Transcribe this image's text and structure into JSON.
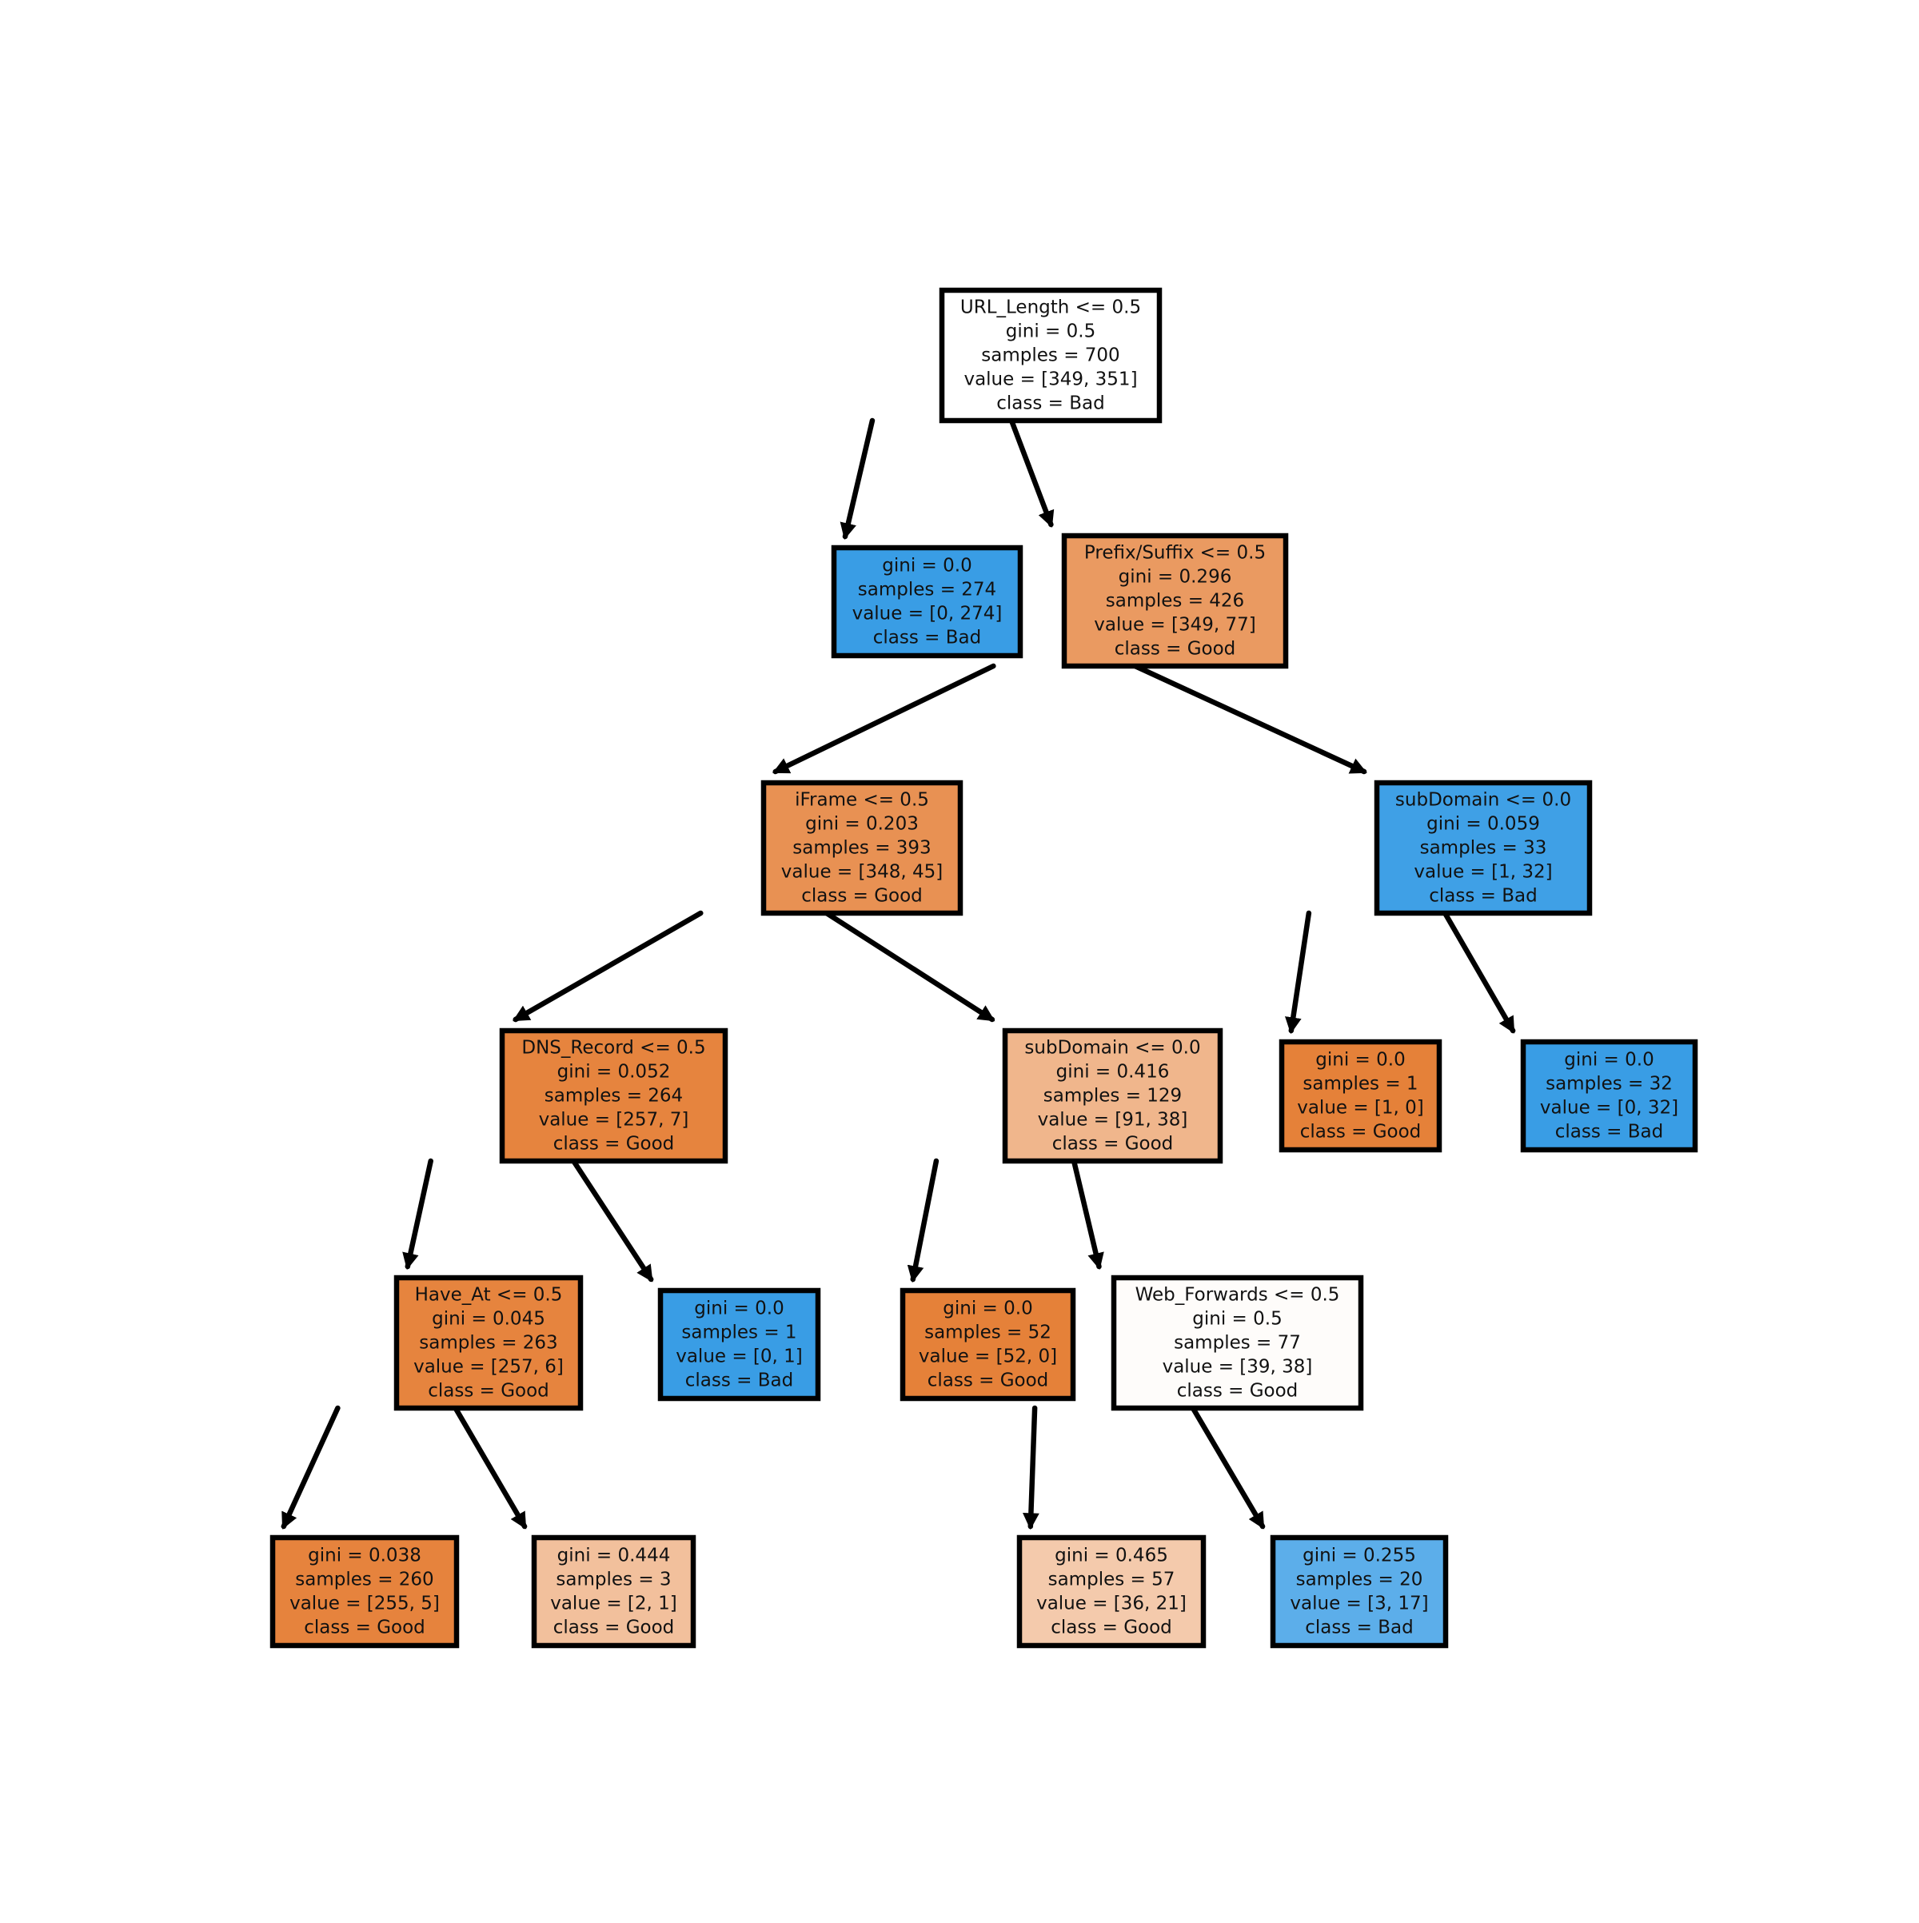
{
  "diagram": {
    "nodes": [
      {
        "id": "n0",
        "lines": [
          "URL_Length <= 0.5",
          "gini = 0.5",
          "samples = 700",
          "value = [349, 351]",
          "class = Bad"
        ],
        "fill": "#ffffff"
      },
      {
        "id": "n1",
        "lines": [
          "gini = 0.0",
          "samples = 274",
          "value = [0, 274]",
          "class = Bad"
        ],
        "fill": "#399de5"
      },
      {
        "id": "n2",
        "lines": [
          "Prefix/Suffix <= 0.5",
          "gini = 0.296",
          "samples = 426",
          "value = [349, 77]",
          "class = Good"
        ],
        "fill": "#ea9a61"
      },
      {
        "id": "n3",
        "lines": [
          "iFrame <= 0.5",
          "gini = 0.203",
          "samples = 393",
          "value = [348, 45]",
          "class = Good"
        ],
        "fill": "#e89153"
      },
      {
        "id": "n4",
        "lines": [
          "subDomain <= 0.0",
          "gini = 0.059",
          "samples = 33",
          "value = [1, 32]",
          "class = Bad"
        ],
        "fill": "#3fa0e6"
      },
      {
        "id": "n5",
        "lines": [
          "DNS_Record <= 0.5",
          "gini = 0.052",
          "samples = 264",
          "value = [257, 7]",
          "class = Good"
        ],
        "fill": "#e6843e"
      },
      {
        "id": "n6",
        "lines": [
          "subDomain <= 0.0",
          "gini = 0.416",
          "samples = 129",
          "value = [91, 38]",
          "class = Good"
        ],
        "fill": "#f0b68c"
      },
      {
        "id": "n7",
        "lines": [
          "gini = 0.0",
          "samples = 1",
          "value = [1, 0]",
          "class = Good"
        ],
        "fill": "#e58139"
      },
      {
        "id": "n8",
        "lines": [
          "gini = 0.0",
          "samples = 32",
          "value = [0, 32]",
          "class = Bad"
        ],
        "fill": "#399de5"
      },
      {
        "id": "n9",
        "lines": [
          "Have_At <= 0.5",
          "gini = 0.045",
          "samples = 263",
          "value = [257, 6]",
          "class = Good"
        ],
        "fill": "#e6843e"
      },
      {
        "id": "n10",
        "lines": [
          "gini = 0.0",
          "samples = 1",
          "value = [0, 1]",
          "class = Bad"
        ],
        "fill": "#399de5"
      },
      {
        "id": "n11",
        "lines": [
          "gini = 0.0",
          "samples = 52",
          "value = [52, 0]",
          "class = Good"
        ],
        "fill": "#e58139"
      },
      {
        "id": "n12",
        "lines": [
          "Web_Forwards <= 0.5",
          "gini = 0.5",
          "samples = 77",
          "value = [39, 38]",
          "class = Good"
        ],
        "fill": "#fefcfa"
      },
      {
        "id": "n13",
        "lines": [
          "gini = 0.038",
          "samples = 260",
          "value = [255, 5]",
          "class = Good"
        ],
        "fill": "#e6833d"
      },
      {
        "id": "n14",
        "lines": [
          "gini = 0.444",
          "samples = 3",
          "value = [2, 1]",
          "class = Good"
        ],
        "fill": "#f2c09c"
      },
      {
        "id": "n15",
        "lines": [
          "gini = 0.465",
          "samples = 57",
          "value = [36, 21]",
          "class = Good"
        ],
        "fill": "#f4caac"
      },
      {
        "id": "n16",
        "lines": [
          "gini = 0.255",
          "samples = 20",
          "value = [3, 17]",
          "class = Bad"
        ],
        "fill": "#5caeea"
      }
    ],
    "edges": [
      [
        "n0",
        "n1"
      ],
      [
        "n0",
        "n2"
      ],
      [
        "n2",
        "n3"
      ],
      [
        "n2",
        "n4"
      ],
      [
        "n3",
        "n5"
      ],
      [
        "n3",
        "n6"
      ],
      [
        "n4",
        "n7"
      ],
      [
        "n4",
        "n8"
      ],
      [
        "n5",
        "n9"
      ],
      [
        "n5",
        "n10"
      ],
      [
        "n6",
        "n11"
      ],
      [
        "n6",
        "n12"
      ],
      [
        "n9",
        "n13"
      ],
      [
        "n9",
        "n14"
      ],
      [
        "n12",
        "n15"
      ],
      [
        "n12",
        "n16"
      ]
    ]
  }
}
